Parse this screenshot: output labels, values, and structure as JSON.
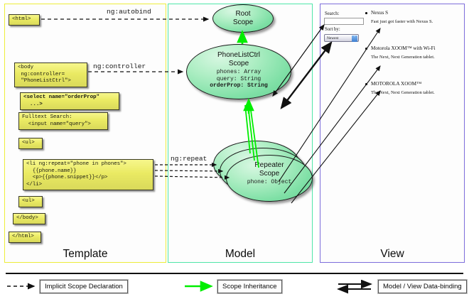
{
  "panels": [
    {
      "id": "template",
      "label": "Template",
      "border_color": "#eded3a"
    },
    {
      "id": "model",
      "label": "Model",
      "border_color": "#4fe6a8"
    },
    {
      "id": "view",
      "label": "View",
      "border_color": "#7d6ddb"
    }
  ],
  "template": {
    "code_blocks": [
      {
        "name": "html-open-tag",
        "text": "<html>"
      },
      {
        "name": "body-controller",
        "text": "<body\n ng:controller=\n \"PhoneListCtrl\">"
      },
      {
        "name": "select-orderprop",
        "text": "<select name=\"orderProp\"\n  ...>"
      },
      {
        "name": "fulltext-search",
        "text": "Fulltext Search:\n  <input name=\"query\">"
      },
      {
        "name": "ul-open-tag",
        "text": "<ul>"
      },
      {
        "name": "li-ng-repeat",
        "text": "<li ng:repeat=\"phone in phones\">\n  {{phone.name}}\n  <p>{{phone.snippet}}</p>\n</li>"
      },
      {
        "name": "ul-close-tag",
        "text": "<ul>"
      },
      {
        "name": "body-close-tag",
        "text": "</body>"
      },
      {
        "name": "html-close-tag",
        "text": "</html>"
      }
    ]
  },
  "model": {
    "scopes": [
      {
        "name": "root-scope",
        "title_line1": "Root",
        "title_line2": "Scope",
        "props": []
      },
      {
        "name": "controller-scope",
        "title_line1": "PhoneListCtrl",
        "title_line2": "Scope",
        "props": [
          {
            "text": "phones: Array",
            "bold": false
          },
          {
            "text": "query: String",
            "bold": false
          },
          {
            "text": "orderProp: String",
            "bold": true
          }
        ]
      },
      {
        "name": "repeater-scope",
        "title_line1": "Repeater",
        "title_line2": "Scope",
        "props": [
          {
            "text": "phone: Object",
            "bold": false
          }
        ]
      }
    ]
  },
  "view": {
    "search_label": "Search:",
    "search_value": "",
    "search_placeholder": "",
    "sort_label": "Sort by:",
    "sort_selected": "Newest",
    "sort_options": [
      "Newest"
    ],
    "phones": [
      {
        "name": "Nexus S",
        "snippet": "Fast just got faster with Nexus S."
      },
      {
        "name": "Motorola XOOM™ with Wi-Fi",
        "snippet": "The Next, Next Generation tablet."
      },
      {
        "name": "MOTOROLA XOOM™",
        "snippet": "The Next, Next Generation tablet."
      }
    ]
  },
  "arrow_labels": {
    "autobind": "ng:autobind",
    "controller": "ng:controller",
    "repeat": "ng:repeat"
  },
  "legend": [
    {
      "name": "implicit-scope-declaration",
      "label": "Implicit Scope Declaration",
      "style": "dashed-arrow",
      "color": "#111111"
    },
    {
      "name": "scope-inheritance",
      "label": "Scope Inheritance",
      "style": "solid-arrow",
      "color": "#00ee00"
    },
    {
      "name": "model-view-data-binding",
      "label": "Model / View Data-binding",
      "style": "double-arrow",
      "color": "#111111"
    }
  ],
  "colors": {
    "template_border": "#eded3a",
    "model_border": "#4fe6a8",
    "view_border": "#7d6ddb",
    "code_fill": "#eaea63",
    "scope_fill": "#7fe0a6",
    "inheritance_arrow": "#00ee00"
  }
}
